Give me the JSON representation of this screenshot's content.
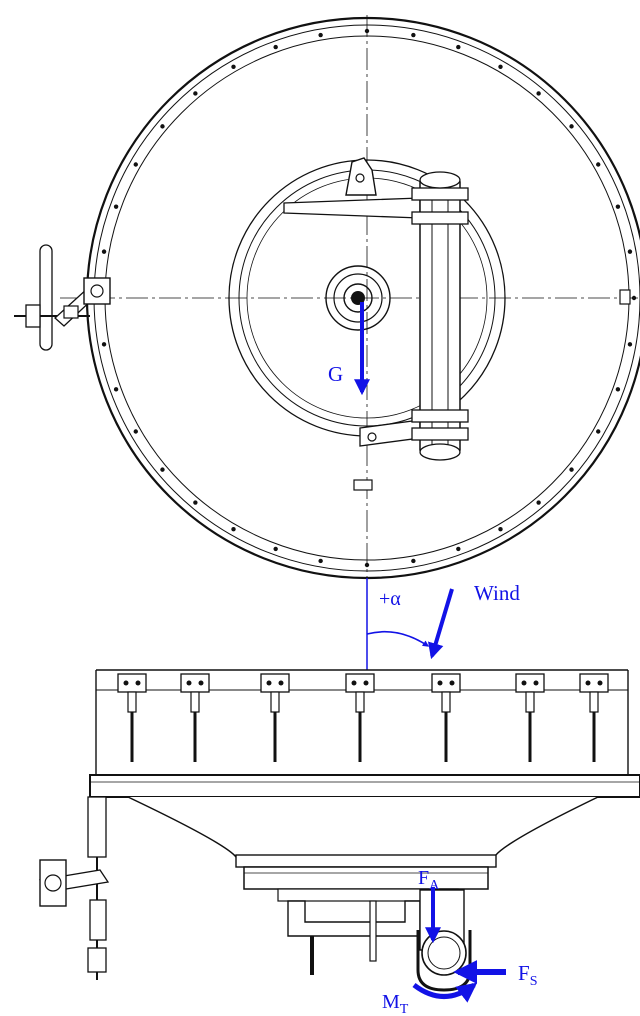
{
  "labels": {
    "gravity": "G",
    "alpha": "+α",
    "wind": "Wind",
    "force_axial_main": "F",
    "force_axial_sub": "A",
    "force_side_main": "F",
    "force_side_sub": "S",
    "moment_main": "M",
    "moment_sub": "T"
  },
  "colors": {
    "force": "#1212e6",
    "line": "#111111",
    "background": "#ffffff"
  },
  "icons": {
    "gravity": "arrow-down-icon",
    "wind": "arrow-diagonal-icon",
    "axial": "arrow-down-icon",
    "side": "arrow-left-icon",
    "moment": "curved-arrow-icon"
  }
}
